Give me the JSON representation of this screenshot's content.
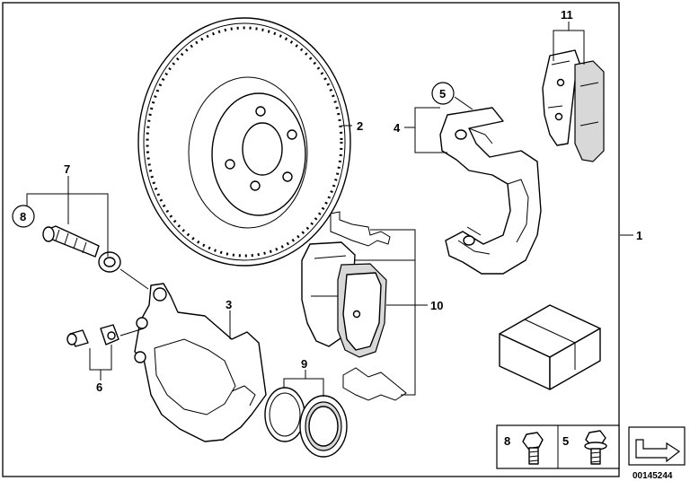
{
  "callouts": {
    "c1": "1",
    "c2": "2",
    "c3": "3",
    "c4": "4",
    "c5": "5",
    "c6": "6",
    "c7": "7",
    "c8": "8",
    "c9": "9",
    "c10": "10",
    "c11": "11"
  },
  "legend": {
    "item_a": "8",
    "item_b": "5"
  },
  "doc_number": "00145244"
}
